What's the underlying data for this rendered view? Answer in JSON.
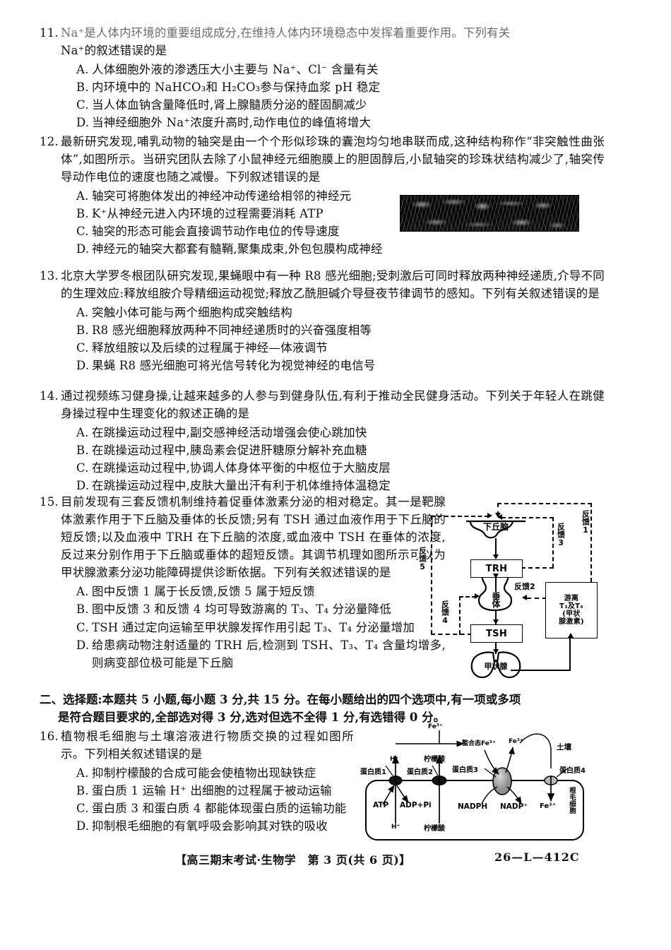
{
  "document": {
    "subject_footer": "【高三期末考试·生物学　第 3 页(共 6 页)】",
    "paper_code": "26—L—412C"
  },
  "questions": [
    {
      "number": "11.",
      "stem_line1": "Na⁺是人体内环境的重要组成成分,在维持人体内环境稳态中发挥着重要作用。下列有关",
      "stem_line2": "Na⁺的叙述错误的是",
      "options": [
        {
          "label": "A.",
          "text": "人体细胞外液的渗透压大小主要与 Na⁺、Cl⁻ 含量有关"
        },
        {
          "label": "B.",
          "text": "内环境中的 NaHCO₃和 H₂CO₃参与保持血浆 pH 稳定"
        },
        {
          "label": "C.",
          "text": "当人体血钠含量降低时,肾上腺髓质分泌的醛固酮减少"
        },
        {
          "label": "D.",
          "text": "当神经细胞外 Na⁺浓度升高时,动作电位的峰值将增大"
        }
      ]
    },
    {
      "number": "12.",
      "stem": "最新研究发现,哺乳动物的轴突是由一个个形似珍珠的囊泡均匀地串联而成,这种结构称作“非突触性曲张体”,如图所示。当研究团队去除了小鼠神经元细胞膜上的胆固醇后,小鼠轴突的珍珠状结构减少了,轴突传导动作电位的速度也随之减慢。下列叙述错误的是",
      "options": [
        {
          "label": "A.",
          "text": "轴突可将胞体发出的神经冲动传递给相邻的神经元"
        },
        {
          "label": "B.",
          "text": "K⁺从神经元进入内环境的过程需要消耗 ATP"
        },
        {
          "label": "C.",
          "text": "轴突的形态可能会直接调节动作电位的传导速度"
        },
        {
          "label": "D.",
          "text": "神经元的轴突大都套有髓鞘,聚集成束,外包包膜构成神经"
        }
      ],
      "figure_name": "axon-electron-micrograph"
    },
    {
      "number": "13.",
      "stem": "北京大学罗冬根团队研究发现,果蝇眼中有一种 R8 感光细胞;受刺激后可同时释放两种神经递质,介导不同的生理效应:释放组胺介导精细运动视觉;释放乙酰胆碱介导昼夜节律调节的感知。下列有关叙述错误的是",
      "options": [
        {
          "label": "A.",
          "text": "突触小体可能与两个细胞构成突触结构"
        },
        {
          "label": "B.",
          "text": "R8 感光细胞释放两种不同神经递质时的兴奋强度相等"
        },
        {
          "label": "C.",
          "text": "释放组胺以及后续的过程属于神经—体液调节"
        },
        {
          "label": "D.",
          "text": "果蝇 R8 感光细胞可将光信号转化为视觉神经的电信号"
        }
      ]
    },
    {
      "number": "14.",
      "stem": "通过视频练习健身操,让越来越多的人参与到健身队伍,有利于推动全民健身活动。下列关于年轻人在跳健身操过程中生理变化的叙述正确的是",
      "options": [
        {
          "label": "A.",
          "text": "在跳操运动过程中,副交感神经活动增强会使心跳加快"
        },
        {
          "label": "B.",
          "text": "在跳操运动过程中,胰岛素会促进肝糖原分解补充血糖"
        },
        {
          "label": "C.",
          "text": "在跳操运动过程中,协调人体身体平衡的中枢位于大脑皮层"
        },
        {
          "label": "D.",
          "text": "在跳操运动过程中,皮肤大量出汗有利于机体维持体温稳定"
        }
      ]
    },
    {
      "number": "15.",
      "stem": "目前发现有三套反馈机制维持着促垂体激素分泌的相对稳定。其一是靶腺体激素作用于下丘脑及垂体的长反馈;另有 TSH 通过血液作用于下丘脑的短反馈;以及血液中 TRH 在下丘脑的浓度,或血液中 TSH 在垂体的浓度,反过来分别作用于下丘脑或垂体的超短反馈。其调节机理如图所示可以为甲状腺激素分泌功能障碍提供诊断依据。下列有关叙述错误的是",
      "options": [
        {
          "label": "A.",
          "text": "图中反馈 1 属于长反馈,反馈 5 属于短反馈"
        },
        {
          "label": "B.",
          "text": "图中反馈 3 和反馈 4 均可导致游离的 T₃、T₄ 分泌量降低"
        },
        {
          "label": "C.",
          "text": "TSH 通过定向运输至甲状腺发挥作用引起 T₃、T₄ 分泌量增加"
        },
        {
          "label": "D.",
          "text": "给患病动物注射适量的 TRH 后,检测到 TSH、T₃、T₄ 含量均增多,则病变部位极可能是下丘脑"
        }
      ],
      "figure_name": "thyroid-feedback-diagram"
    },
    {
      "number": "16.",
      "stem": "植物根毛细胞与土壤溶液进行物质交换的过程如图所示。下列相关叙述错误的是",
      "options": [
        {
          "label": "A.",
          "text": "抑制柠檬酸的合成可能会使植物出现缺铁症"
        },
        {
          "label": "B.",
          "text": "蛋白质 1 运输 H⁺ 出细胞的过程属于被动运输"
        },
        {
          "label": "C.",
          "text": "蛋白质 3 和蛋白质 4 都能体现蛋白质的运输功能"
        },
        {
          "label": "D.",
          "text": "抑制根毛细胞的有氧呼吸会影响其对铁的吸收"
        }
      ],
      "figure_name": "root-hair-cell-diagram"
    }
  ],
  "section2": {
    "line1": "二、选择题:本题共 5 小题,每小题 3 分,共 15 分。在每小题给出的四个选项中,有一项或多项",
    "line2": "是符合题目要求的,全部选对得 3 分,选对但选不全得 1 分,有选错得 0 分。"
  },
  "figure15": {
    "nodes": {
      "hypothalamus": "下丘脑",
      "trh": "TRH",
      "pituitary": "垂体",
      "tsh": "TSH",
      "thyroid": "甲状腺",
      "hormone": "游离\nT₃及T₄\n(甲状\n腺激素)"
    },
    "hormone_lines": [
      "游离",
      "T₃及T₄",
      "(甲状",
      "腺激素)"
    ],
    "labels": {
      "feedback1": "反馈1",
      "feedback2": "反馈2",
      "feedback3": "反馈3",
      "feedback4": "反馈4",
      "feedback5": "反馈5"
    }
  },
  "figure16": {
    "labels": {
      "fe3_top": "Fe³⁺",
      "chelated": "螯合态Fe³⁺",
      "fe3_right": "Fe³⁺",
      "soil": "土壤",
      "h_out": "H⁺",
      "citrate_out": "柠檬酸",
      "protein1": "蛋白质1",
      "protein2": "蛋白质2",
      "protein3": "蛋白质3",
      "protein4": "蛋白质4",
      "atp": "ATP",
      "adp_pi": "ADP+Pi",
      "nadph": "NADPH",
      "nadp": "NADP⁺",
      "fe2": "Fe²⁺",
      "h_in": "H⁺",
      "citrate_in": "柠檬酸",
      "cell": "根毛细胞"
    },
    "cell_label_lines": [
      "根",
      "毛",
      "细",
      "胞"
    ]
  }
}
